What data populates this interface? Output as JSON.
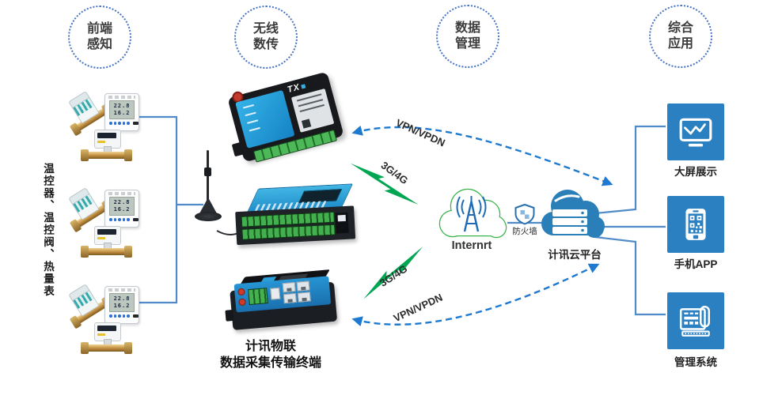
{
  "stages": [
    {
      "line1": "前端",
      "line2": "感知"
    },
    {
      "line1": "无线",
      "line2": "数传"
    },
    {
      "line1": "数据",
      "line2": "管理"
    },
    {
      "line1": "综合",
      "line2": "应用"
    }
  ],
  "sensors": {
    "vertical_label": "温控器、温控阀、热量表",
    "thermostat_top": "22.8",
    "thermostat_bottom": "16.2"
  },
  "gateway": {
    "brand": "TX",
    "caption_line1": "计讯物联",
    "caption_line2": "数据采集传输终端"
  },
  "links": {
    "vpn_top": "VPN/VPDN",
    "g34_top": "3G/4G",
    "g34_bottom": "3G/4G",
    "vpn_bottom": "VPN/VPDN"
  },
  "network": {
    "internet_label": "Internrt",
    "firewall_label": "防火墙",
    "platform_label": "计讯云平台"
  },
  "applications": [
    {
      "label": "大屏展示",
      "icon": "monitor-chart-icon"
    },
    {
      "label": "手机APP",
      "icon": "phone-qr-icon"
    },
    {
      "label": "管理系统",
      "icon": "management-system-icon"
    }
  ],
  "colors": {
    "accent_blue": "#2a80c0",
    "wire_blue": "#4f8bc9",
    "dashed_arrow_blue": "#1e7ad0",
    "lightning_green": "#00a651",
    "cloud_outline_green": "#3bb44a",
    "platform_cloud_blue": "#2a7fb8",
    "circle_border_blue": "#4472c4"
  }
}
